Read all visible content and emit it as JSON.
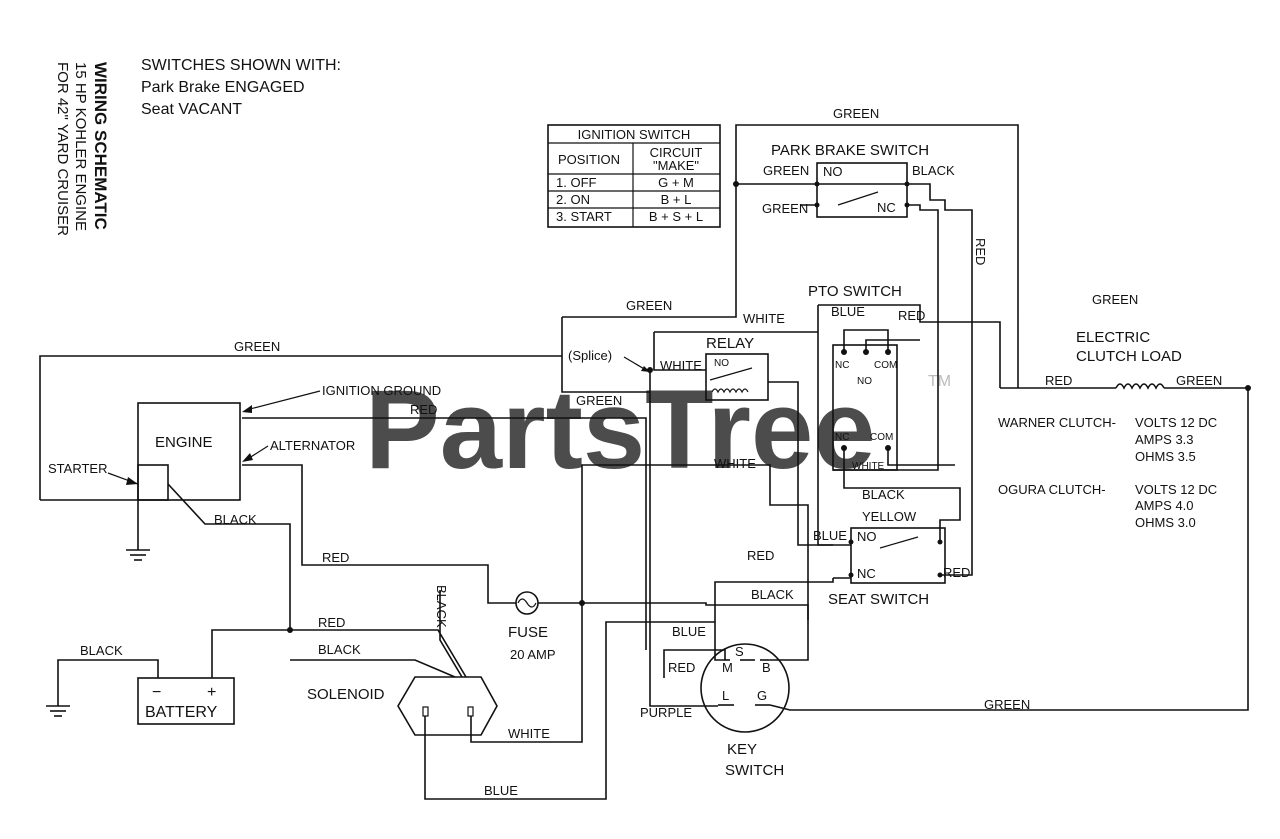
{
  "title": {
    "line1": "WIRING SCHEMATIC",
    "line2": "15 HP KOHLER ENGINE",
    "line3": "FOR 42\" YARD CRUISER"
  },
  "note": {
    "line1": "SWITCHES SHOWN WITH:",
    "line2": "Park Brake ENGAGED",
    "line3": "Seat VACANT"
  },
  "ignition_table": {
    "title": "IGNITION SWITCH",
    "col_position": "POSITION",
    "col_circuit_1": "CIRCUIT",
    "col_circuit_2": "\"MAKE\"",
    "rows": [
      {
        "position": "1.   OFF",
        "circuit": "G + M"
      },
      {
        "position": "2.   ON",
        "circuit": "B + L"
      },
      {
        "position": "3.  START",
        "circuit": "B + S + L"
      }
    ]
  },
  "components": {
    "engine": "ENGINE",
    "starter": "STARTER",
    "ignition_ground": "IGNITION GROUND",
    "alternator": "ALTERNATOR",
    "battery": "BATTERY",
    "battery_minus": "−",
    "battery_plus": "+",
    "solenoid": "SOLENOID",
    "fuse": "FUSE",
    "fuse_rating": "20 AMP",
    "key_switch_1": "KEY",
    "key_switch_2": "SWITCH",
    "relay": "RELAY",
    "splice": "(Splice)",
    "park_brake_switch": "PARK BRAKE SWITCH",
    "pto_switch": "PTO SWITCH",
    "seat_switch": "SEAT SWITCH",
    "clutch_1": "ELECTRIC",
    "clutch_2": "CLUTCH LOAD"
  },
  "terminals": {
    "no": "NO",
    "nc": "NC",
    "com": "COM",
    "key_s": "S",
    "key_m": "M",
    "key_b": "B",
    "key_l": "L",
    "key_g": "G"
  },
  "wires": {
    "green": "GREEN",
    "red": "RED",
    "black": "BLACK",
    "white": "WHITE",
    "blue": "BLUE",
    "yellow": "YELLOW",
    "purple": "PURPLE"
  },
  "clutch_specs": {
    "warner": {
      "name": "WARNER CLUTCH-",
      "volts": "VOLTS  12 DC",
      "amps": "AMPS   3.3",
      "ohms": "OHMS   3.5"
    },
    "ogura": {
      "name": "OGURA CLUTCH-",
      "volts": "VOLTS  12 DC",
      "amps": "AMPS   4.0",
      "ohms": "OHMS   3.0"
    }
  },
  "watermark": {
    "text": "PartsTree",
    "tm": "TM"
  }
}
